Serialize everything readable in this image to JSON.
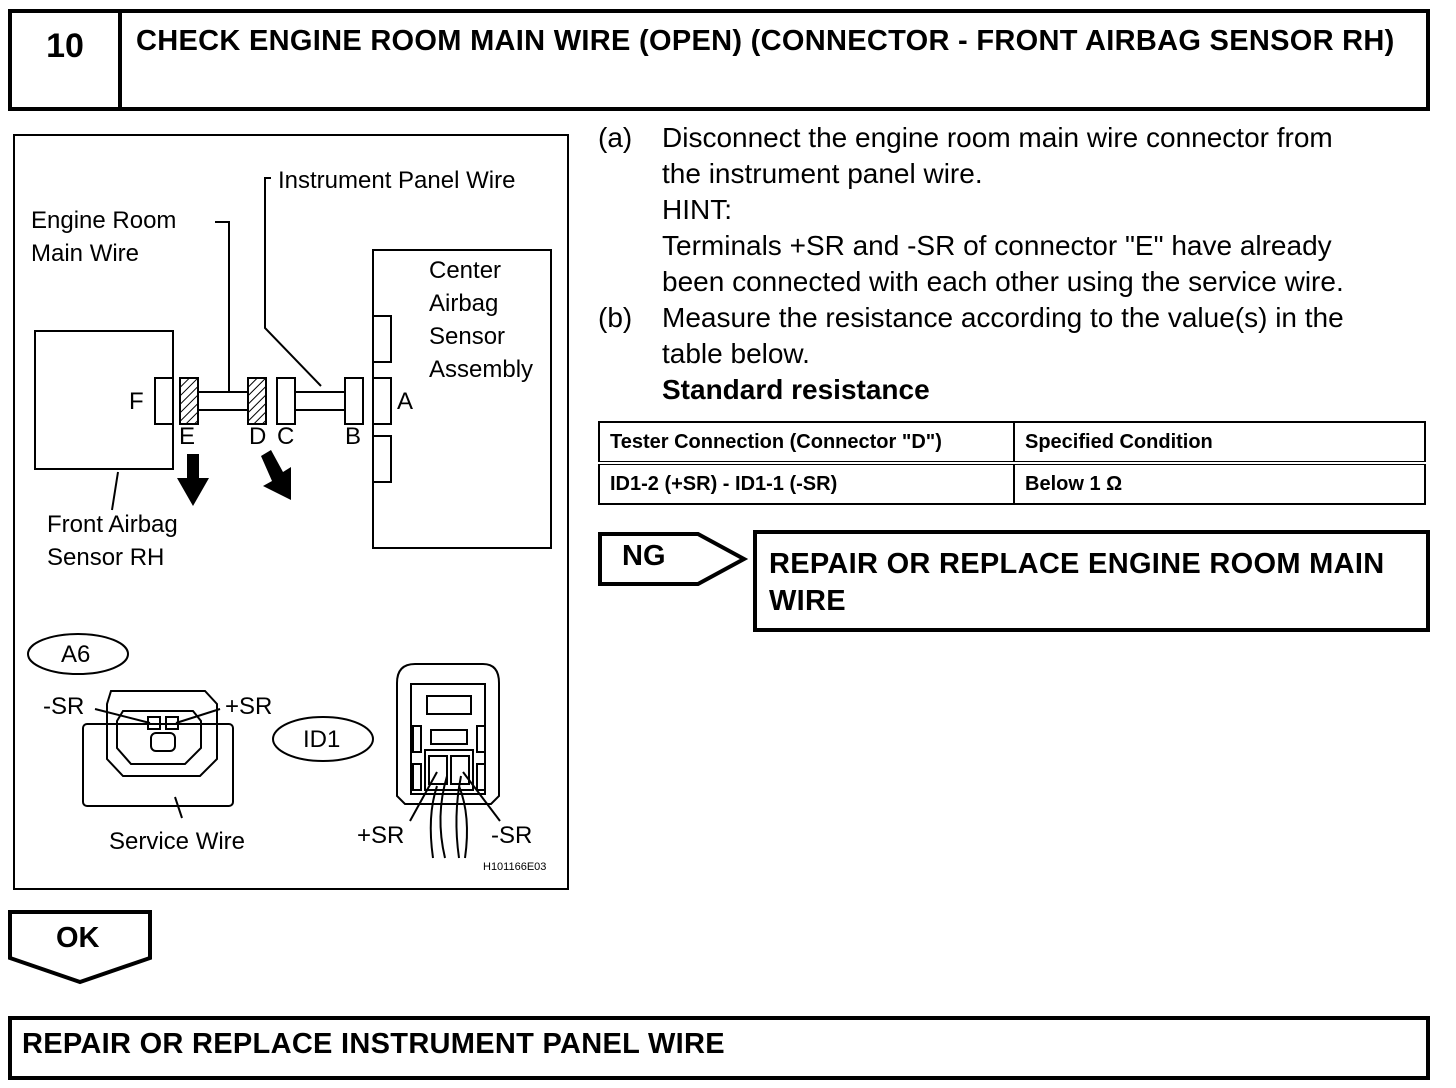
{
  "step": {
    "number": "10",
    "title": "CHECK ENGINE ROOM MAIN WIRE (OPEN) (CONNECTOR - FRONT AIRBAG SENSOR RH)"
  },
  "figure": {
    "labels": {
      "instrument_panel_wire": "Instrument Panel Wire",
      "engine_room_main_wire_1": "Engine Room",
      "engine_room_main_wire_2": "Main Wire",
      "center_airbag_1": "Center",
      "center_airbag_2": "Airbag",
      "center_airbag_3": "Sensor",
      "center_airbag_4": "Assembly",
      "front_airbag_1": "Front Airbag",
      "front_airbag_2": "Sensor RH",
      "conn_f": "F",
      "conn_e": "E",
      "conn_d": "D",
      "conn_c": "C",
      "conn_b": "B",
      "conn_a": "A",
      "a6": "A6",
      "id1": "ID1",
      "minus_sr_left": "-SR",
      "plus_sr_left": "+SR",
      "service_wire": "Service Wire",
      "plus_sr_right": "+SR",
      "minus_sr_right": "-SR",
      "figure_code": "H101166E03"
    }
  },
  "instructions": {
    "a_mark": "(a)",
    "a_line1": "Disconnect the engine room main wire connector from",
    "a_line2": "the instrument panel wire.",
    "hint": "HINT:",
    "hint_line1": "Terminals +SR and -SR of connector \"E\" have already",
    "hint_line2": "been connected with each other using the service wire.",
    "b_mark": "(b)",
    "b_line1": "Measure the resistance according to the value(s) in the",
    "b_line2": "table below.",
    "standard": "Standard resistance"
  },
  "spec_table": {
    "headers": [
      "Tester Connection (Connector \"D\")",
      "Specified Condition"
    ],
    "rows": [
      [
        "ID1-2 (+SR) - ID1-1 (-SR)",
        "Below 1 Ω"
      ]
    ]
  },
  "results": {
    "ng_label": "NG",
    "ng_action": "REPAIR OR REPLACE ENGINE ROOM MAIN WIRE",
    "ok_label": "OK",
    "ok_action": "REPAIR OR REPLACE INSTRUMENT PANEL WIRE"
  }
}
